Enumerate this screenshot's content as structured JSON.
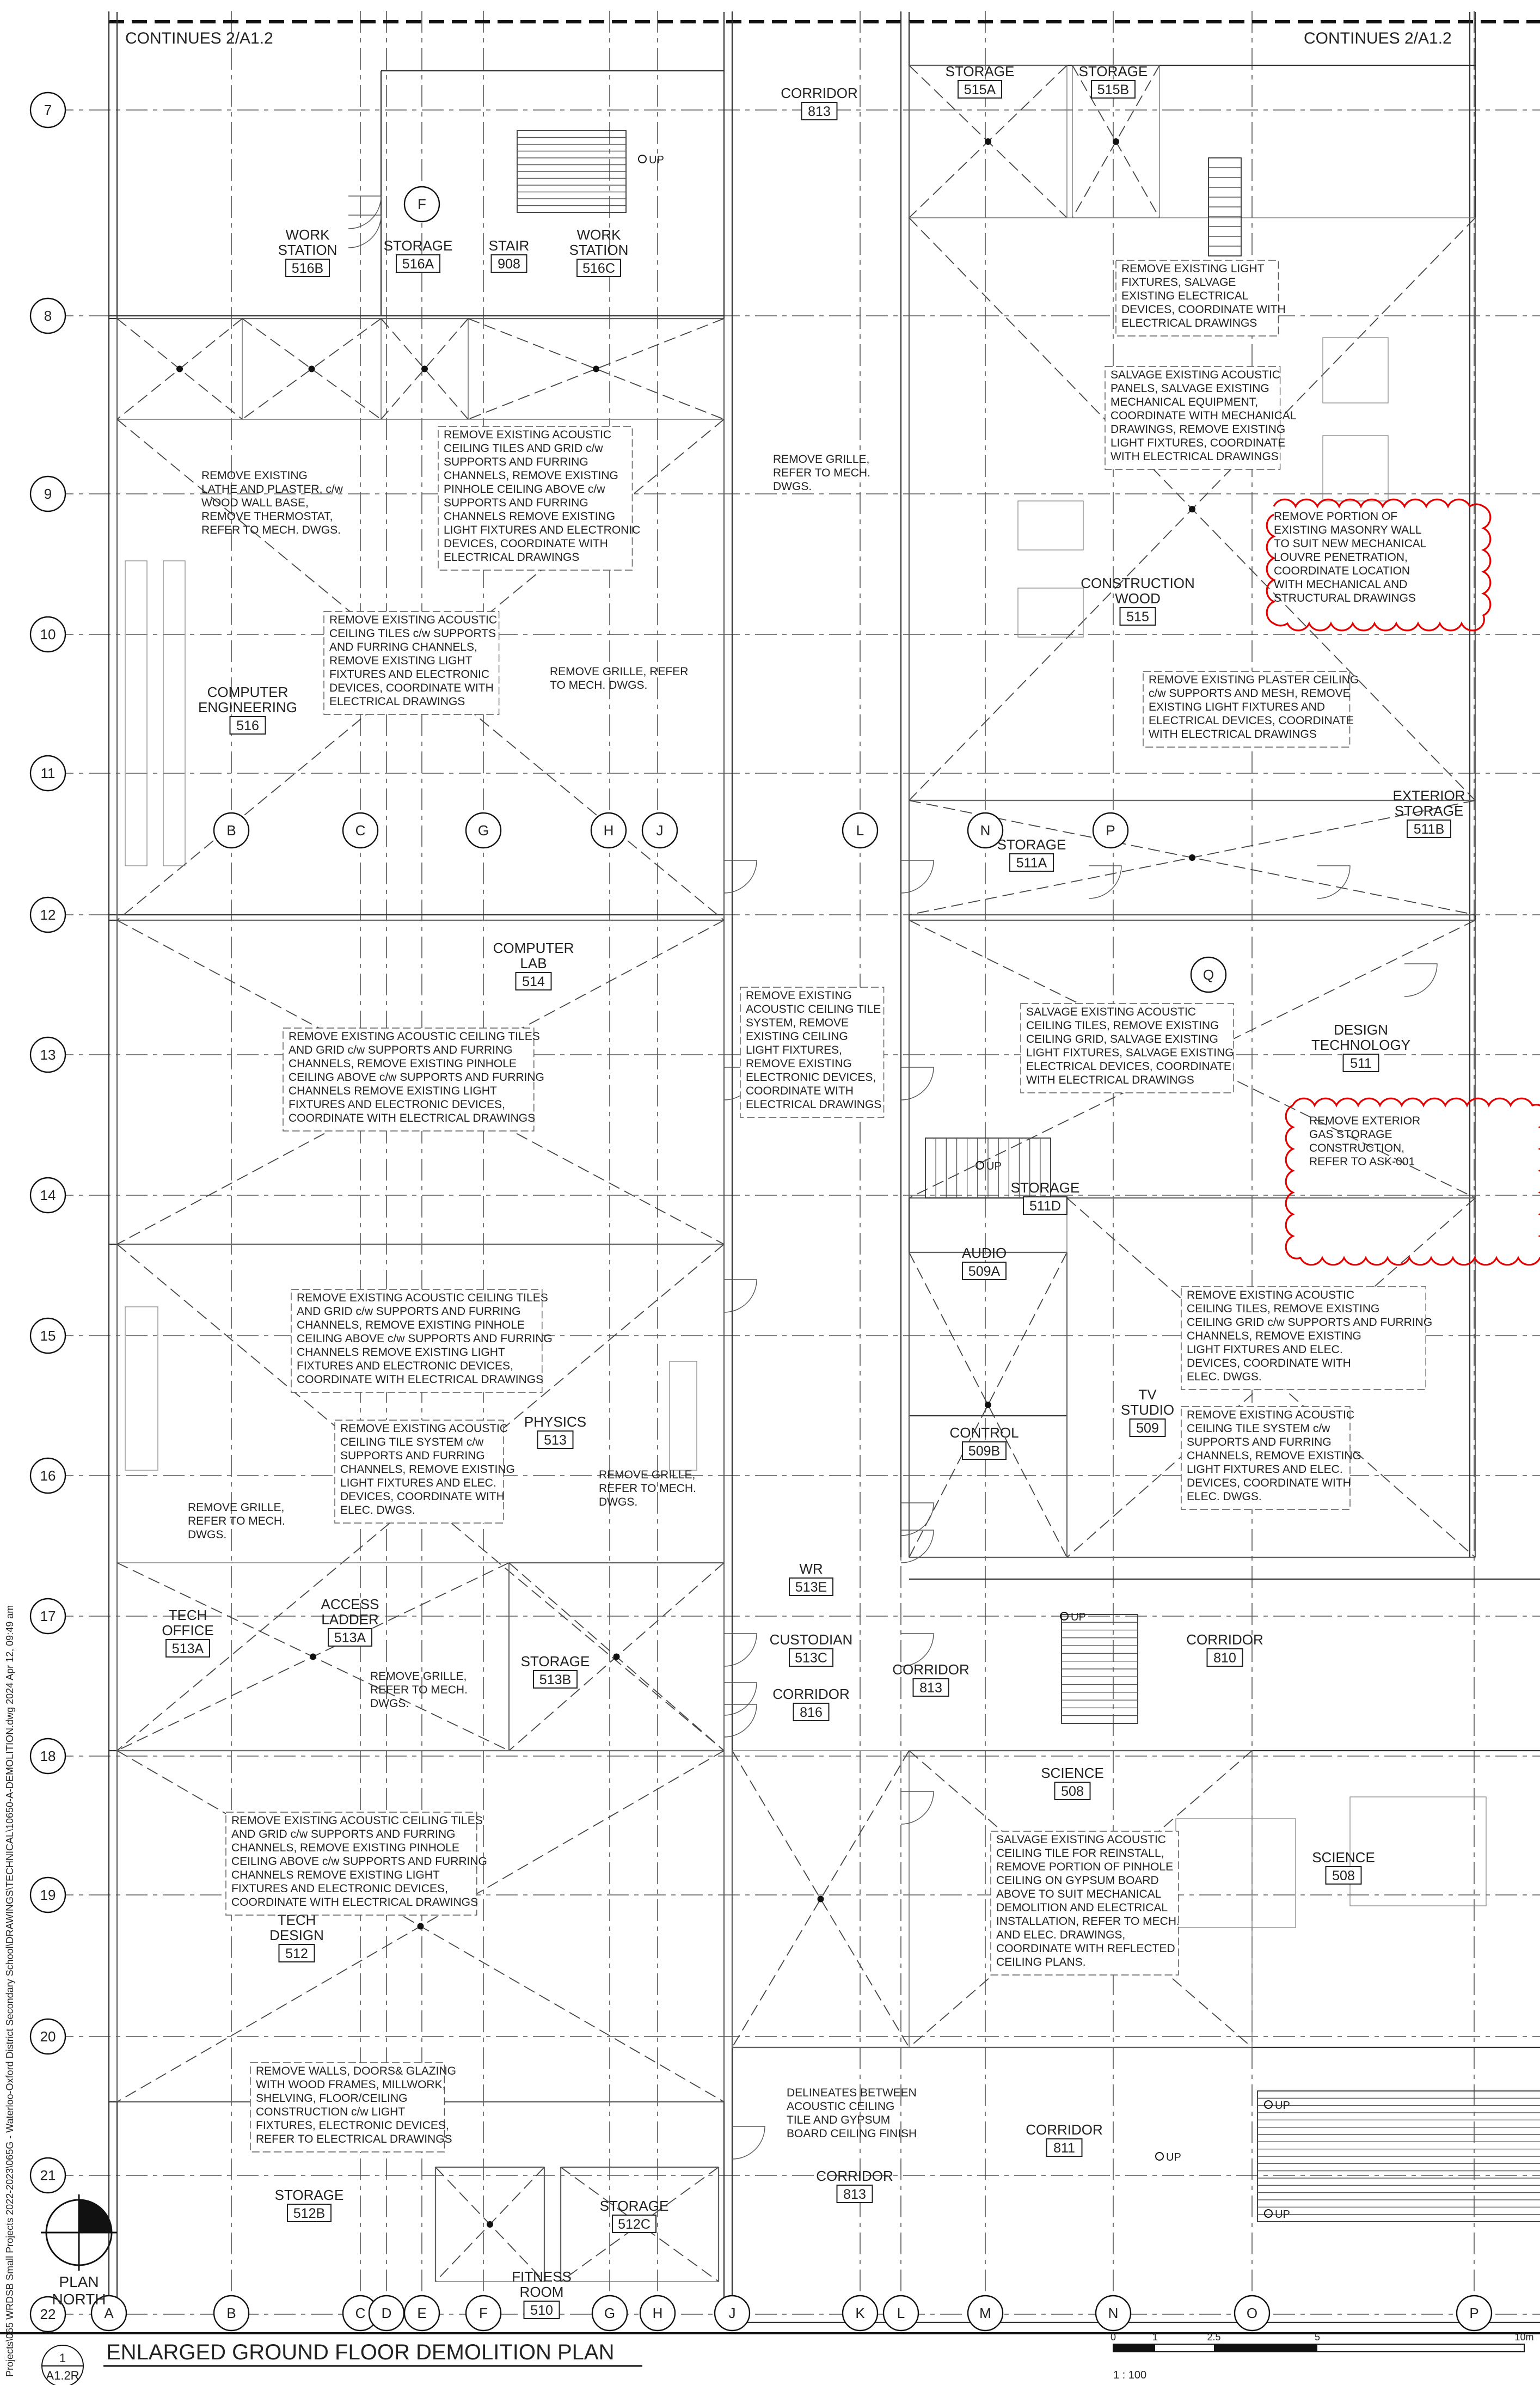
{
  "sheet": {
    "continues_left": "CONTINUES 2/A1.2",
    "continues_right": "CONTINUES 2/A1.2",
    "title": "ENLARGED GROUND FLOOR DEMOLITION PLAN",
    "detail_number": "1",
    "detail_sheet": "A1.2R",
    "north_label": "PLAN NORTH",
    "scale": "1 : 100",
    "scale_ticks": [
      "0",
      "1",
      "2.5",
      "5",
      "10m"
    ],
    "side_text": "Projects\\065 WRDSB Small Projects 2022-2023\\065G - Waterloo-Oxford District Secondary School\\DRAWINGS\\TECHNICAL\\10650-A-DEMOLITION.dwg 2024 Apr 12, 09:49 am",
    "up_label": "UP"
  },
  "grid_rows": [
    "7",
    "8",
    "9",
    "10",
    "11",
    "12",
    "13",
    "14",
    "15",
    "16",
    "17",
    "18",
    "19",
    "20",
    "21",
    "22"
  ],
  "grid_cols_bottom": [
    "A",
    "B",
    "C",
    "D",
    "E",
    "F",
    "G",
    "H",
    "J",
    "K",
    "L",
    "M",
    "N",
    "O",
    "P"
  ],
  "grid_cols_mid": [
    "B",
    "C",
    "G",
    "H",
    "J",
    "L",
    "N",
    "P",
    "Q"
  ],
  "grid_top": [
    "F"
  ],
  "rooms": [
    {
      "name": "CORRIDOR",
      "num": "813"
    },
    {
      "name": "STORAGE",
      "num": "515A"
    },
    {
      "name": "STORAGE",
      "num": "515B"
    },
    {
      "name": "WORK STATION",
      "num": "516B"
    },
    {
      "name": "STORAGE",
      "num": "516A"
    },
    {
      "name": "STAIR",
      "num": "908"
    },
    {
      "name": "WORK STATION",
      "num": "516C"
    },
    {
      "name": "CONSTRUCTION WOOD",
      "num": "515"
    },
    {
      "name": "COMPUTER ENGINEERING",
      "num": "516"
    },
    {
      "name": "STORAGE",
      "num": "511A"
    },
    {
      "name": "EXTERIOR STORAGE",
      "num": "511B"
    },
    {
      "name": "COMPUTER LAB",
      "num": "514"
    },
    {
      "name": "DESIGN TECHNOLOGY",
      "num": "511"
    },
    {
      "name": "STORAGE",
      "num": "511D"
    },
    {
      "name": "AUDIO",
      "num": "509A"
    },
    {
      "name": "TV STUDIO",
      "num": "509"
    },
    {
      "name": "CONTROL",
      "num": "509B"
    },
    {
      "name": "PHYSICS",
      "num": "513"
    },
    {
      "name": "WR",
      "num": "513E"
    },
    {
      "name": "TECH OFFICE",
      "num": "513A"
    },
    {
      "name": "ACCESS LADDER",
      "num": "513A"
    },
    {
      "name": "CUSTODIAN",
      "num": "513C"
    },
    {
      "name": "CORRIDOR",
      "num": "810"
    },
    {
      "name": "STORAGE",
      "num": "513B"
    },
    {
      "name": "CORRIDOR",
      "num": "816"
    },
    {
      "name": "CORRIDOR",
      "num": "813"
    },
    {
      "name": "SCIENCE",
      "num": "508"
    },
    {
      "name": "SCIENCE",
      "num": "508"
    },
    {
      "name": "TECH DESIGN",
      "num": "512"
    },
    {
      "name": "CORRIDOR",
      "num": "811"
    },
    {
      "name": "CORRIDOR",
      "num": "813"
    },
    {
      "name": "STORAGE",
      "num": "512B"
    },
    {
      "name": "STORAGE",
      "num": "512C"
    },
    {
      "name": "FITNESS ROOM",
      "num": "510"
    }
  ],
  "notes": [
    [
      "REMOVE EXISTING LIGHT",
      "FIXTURES, SALVAGE",
      "EXISTING ELECTRICAL",
      "DEVICES, COORDINATE WITH",
      "ELECTRICAL DRAWINGS"
    ],
    [
      "SALVAGE EXISTING ACOUSTIC",
      "PANELS, SALVAGE EXISTING",
      "MECHANICAL EQUIPMENT,",
      "COORDINATE WITH MECHANICAL",
      "DRAWINGS, REMOVE EXISTING",
      "LIGHT FIXTURES, COORDINATE",
      "WITH ELECTRICAL DRAWINGS"
    ],
    [
      "REMOVE EXISTING ACOUSTIC",
      "CEILING TILES AND GRID c/w",
      "SUPPORTS AND FURRING",
      "CHANNELS, REMOVE EXISTING",
      "PINHOLE CEILING ABOVE c/w",
      "SUPPORTS AND FURRING",
      "CHANNELS REMOVE EXISTING",
      "LIGHT FIXTURES AND ELECTRONIC",
      "DEVICES, COORDINATE WITH",
      "ELECTRICAL DRAWINGS"
    ],
    [
      "REMOVE EXISTING",
      "LATHE AND PLASTER, c/w",
      "WOOD WALL BASE,",
      "REMOVE THERMOSTAT,",
      "REFER TO MECH. DWGS."
    ],
    [
      "REMOVE GRILLE,",
      "REFER TO MECH.",
      "DWGS."
    ],
    [
      "REMOVE PORTION OF",
      "EXISTING MASONRY WALL",
      "TO SUIT NEW MECHANICAL",
      "LOUVRE PENETRATION,",
      "COORDINATE LOCATION",
      "WITH MECHANICAL AND",
      "STRUCTURAL DRAWINGS"
    ],
    [
      "REMOVE EXISTING ACOUSTIC",
      "CEILING TILES c/w SUPPORTS",
      "AND FURRING CHANNELS,",
      "REMOVE EXISTING LIGHT",
      "FIXTURES AND ELECTRONIC",
      "DEVICES, COORDINATE WITH",
      "ELECTRICAL DRAWINGS"
    ],
    [
      "REMOVE GRILLE, REFER",
      "TO MECH. DWGS."
    ],
    [
      "REMOVE EXISTING PLASTER CEILING",
      "c/w SUPPORTS AND MESH, REMOVE",
      "EXISTING LIGHT FIXTURES AND",
      "ELECTRICAL DEVICES, COORDINATE",
      "WITH ELECTRICAL DRAWINGS"
    ],
    [
      "REMOVE EXISTING",
      "ACOUSTIC CEILING TILE",
      "SYSTEM, REMOVE",
      "EXISTING CEILING",
      "LIGHT FIXTURES,",
      "REMOVE EXISTING",
      "ELECTRONIC DEVICES,",
      "COORDINATE WITH",
      "ELECTRICAL DRAWINGS"
    ],
    [
      "SALVAGE EXISTING ACOUSTIC",
      "CEILING TILES, REMOVE EXISTING",
      "CEILING GRID, SALVAGE EXISTING",
      "LIGHT FIXTURES, SALVAGE EXISTING",
      "ELECTRICAL DEVICES, COORDINATE",
      "WITH ELECTRICAL DRAWINGS"
    ],
    [
      "REMOVE EXISTING ACOUSTIC CEILING TILES",
      "AND GRID c/w SUPPORTS AND FURRING",
      "CHANNELS, REMOVE EXISTING PINHOLE",
      "CEILING ABOVE c/w SUPPORTS AND FURRING",
      "CHANNELS REMOVE EXISTING LIGHT",
      "FIXTURES AND ELECTRONIC DEVICES,",
      "COORDINATE WITH ELECTRICAL DRAWINGS"
    ],
    [
      "REMOVE EXTERIOR",
      "GAS STORAGE",
      "CONSTRUCTION,",
      "REFER TO ASK-001"
    ],
    [
      "REMOVE EXISTING ACOUSTIC CEILING TILES",
      "AND GRID c/w SUPPORTS AND FURRING",
      "CHANNELS, REMOVE EXISTING PINHOLE",
      "CEILING ABOVE c/w SUPPORTS AND FURRING",
      "CHANNELS REMOVE EXISTING LIGHT",
      "FIXTURES AND ELECTRONIC DEVICES,",
      "COORDINATE WITH ELECTRICAL DRAWINGS"
    ],
    [
      "REMOVE EXISTING ACOUSTIC",
      "CEILING TILES, REMOVE EXISTING",
      "CEILING GRID c/w SUPPORTS AND FURRING",
      "CHANNELS, REMOVE EXISTING",
      "LIGHT FIXTURES AND ELEC.",
      "DEVICES, COORDINATE WITH",
      "ELEC. DWGS."
    ],
    [
      "REMOVE EXISTING ACOUSTIC",
      "CEILING TILE SYSTEM c/w",
      "SUPPORTS AND FURRING",
      "CHANNELS, REMOVE EXISTING",
      "LIGHT FIXTURES AND ELEC.",
      "DEVICES, COORDINATE WITH",
      "ELEC. DWGS."
    ],
    [
      "REMOVE GRILLE,",
      "REFER TO MECH.",
      "DWGS."
    ],
    [
      "REMOVE EXISTING ACOUSTIC",
      "CEILING TILE SYSTEM c/w",
      "SUPPORTS AND FURRING",
      "CHANNELS, REMOVE EXISTING",
      "LIGHT FIXTURES AND ELEC.",
      "DEVICES, COORDINATE WITH",
      "ELEC. DWGS."
    ],
    [
      "REMOVE GRILLE,",
      "REFER TO MECH.",
      "DWGS."
    ],
    [
      "REMOVE GRILLE,",
      "REFER TO MECH.",
      "DWGS."
    ],
    [
      "REMOVE EXISTING ACOUSTIC CEILING TILES",
      "AND GRID c/w SUPPORTS AND FURRING",
      "CHANNELS, REMOVE EXISTING PINHOLE",
      "CEILING ABOVE c/w SUPPORTS AND FURRING",
      "CHANNELS REMOVE EXISTING LIGHT",
      "FIXTURES AND ELECTRONIC DEVICES,",
      "COORDINATE WITH ELECTRICAL DRAWINGS"
    ],
    [
      "SALVAGE EXISTING ACOUSTIC",
      "CEILING TILE FOR REINSTALL,",
      "REMOVE PORTION OF PINHOLE",
      "CEILING ON GYPSUM BOARD",
      "ABOVE TO SUIT MECHANICAL",
      "DEMOLITION AND ELECTRICAL",
      "INSTALLATION, REFER TO MECH.",
      "AND ELEC. DRAWINGS,",
      "COORDINATE WITH REFLECTED",
      "CEILING PLANS."
    ],
    [
      "REMOVE WALLS, DOORS& GLAZING",
      "WITH WOOD FRAMES, MILLWORK,",
      "SHELVING, FLOOR/CEILING",
      "CONSTRUCTION c/w LIGHT",
      "FIXTURES, ELECTRONIC DEVICES,",
      "REFER TO ELECTRICAL DRAWINGS"
    ],
    [
      "DELINEATES BETWEEN",
      "ACOUSTIC CEILING",
      "TILE AND GYPSUM",
      "BOARD CEILING FINISH"
    ]
  ]
}
